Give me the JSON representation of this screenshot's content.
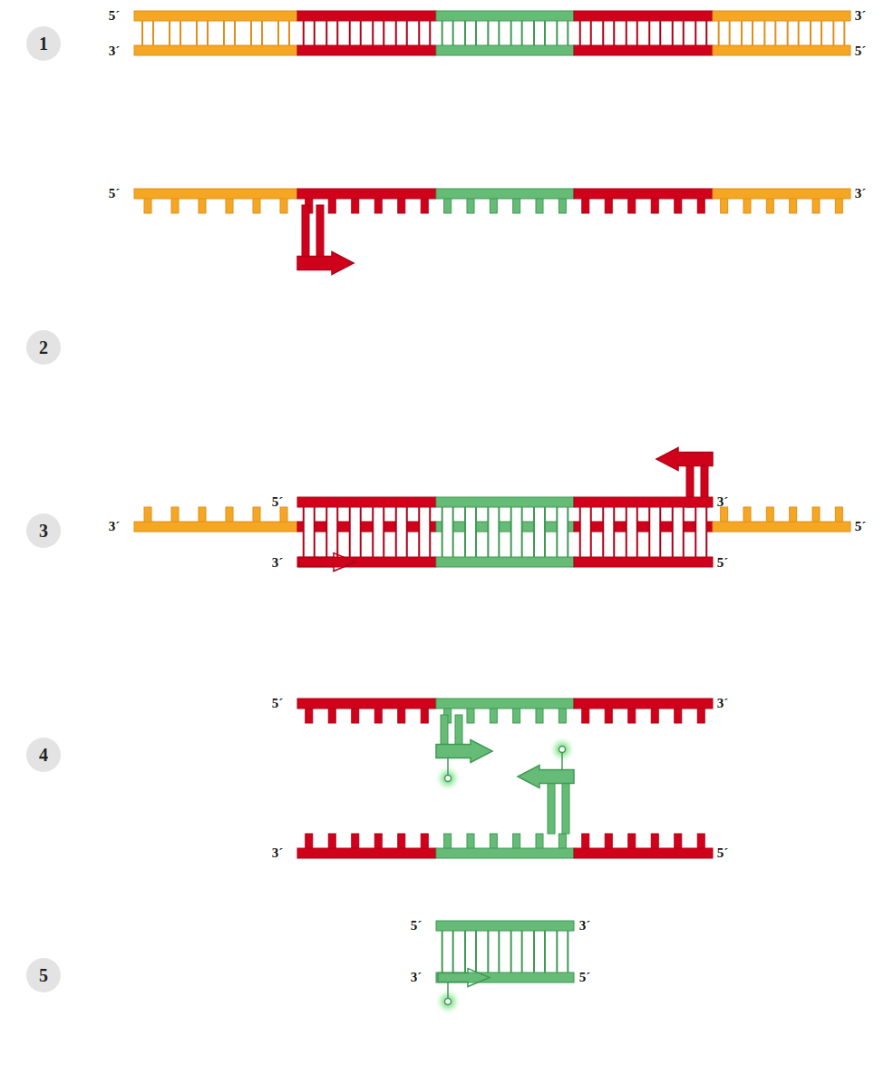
{
  "diagram": {
    "nodes": [
      {
        "text": [
          "1"
        ]
      },
      {
        "text": [
          "2"
        ]
      },
      {
        "text": [
          "3"
        ]
      },
      {
        "text": [
          "4"
        ]
      },
      {
        "text": [
          "5"
        ]
      }
    ],
    "labels": [
      "5´",
      "3´",
      "3´",
      "5´",
      "5´",
      "3´",
      "3´",
      "5´",
      "5´",
      "3´",
      "3´",
      "5´",
      "5´",
      "3´",
      "3´",
      "5´",
      "5´",
      "3´",
      "3´",
      "5´"
    ]
  }
}
